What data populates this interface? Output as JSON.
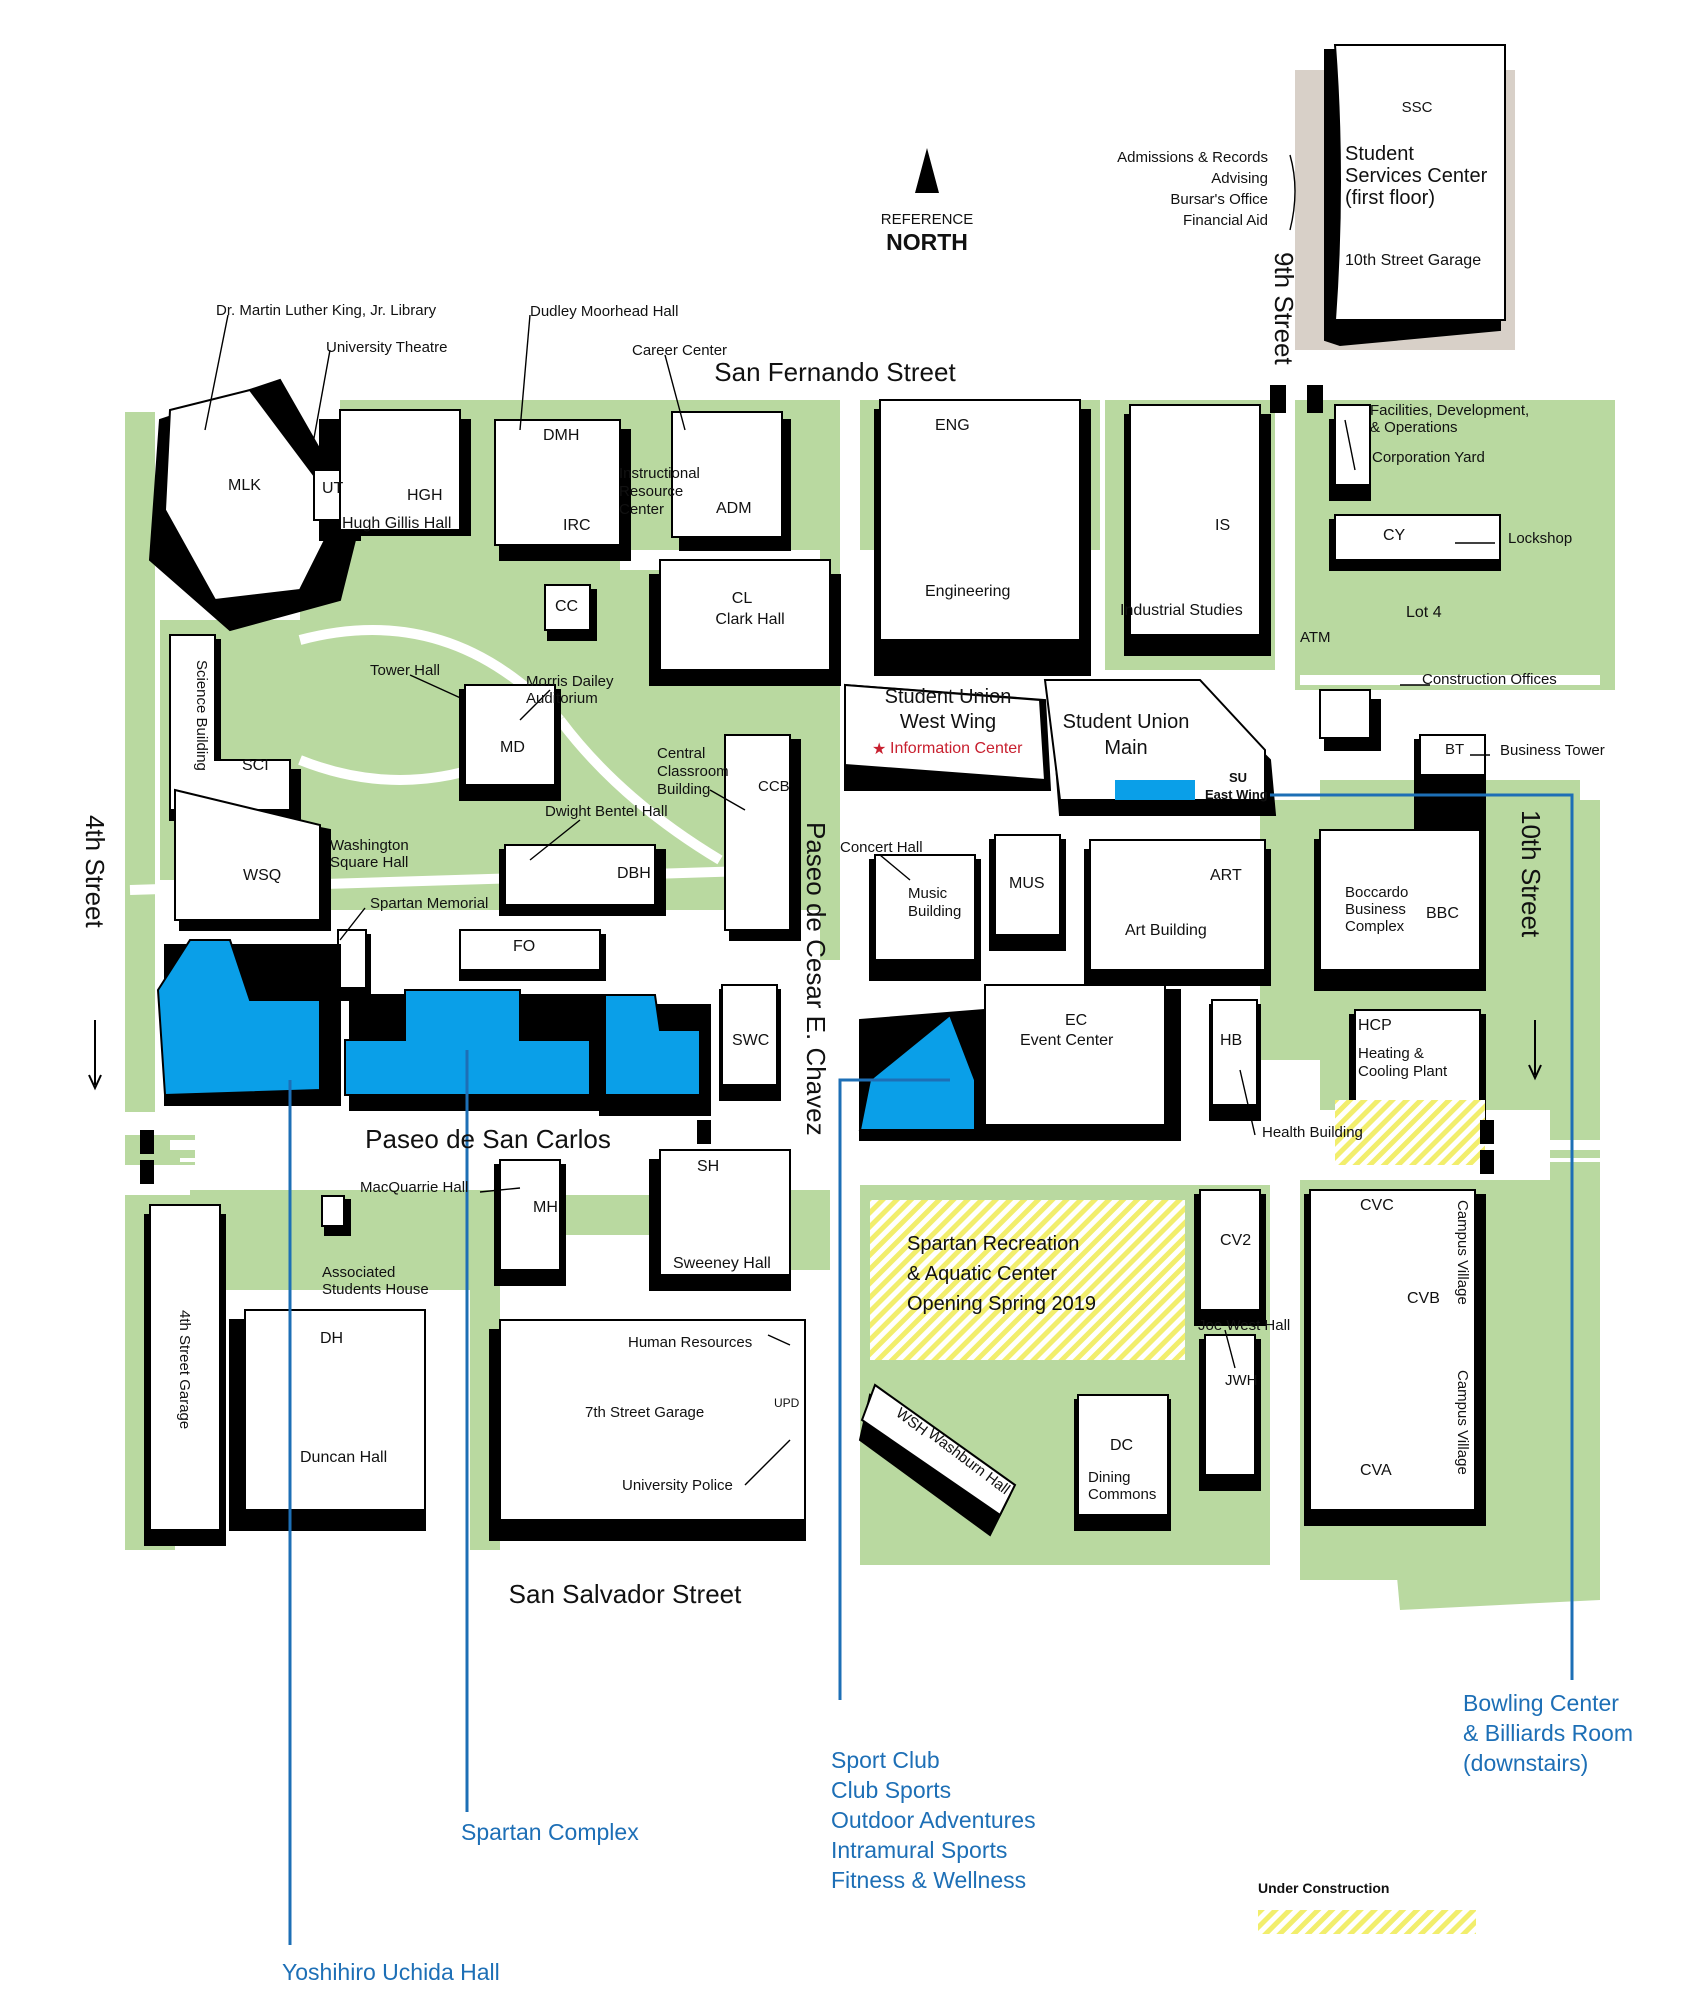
{
  "orientation": {
    "line1": "REFERENCE",
    "line2": "NORTH"
  },
  "streets": {
    "san_fernando": "San Fernando Street",
    "san_salvador": "San Salvador Street",
    "fourth": "4th Street",
    "ninth": "9th Street",
    "tenth": "10th Street",
    "paseo_chavez": "Paseo de Cesar E. Chavez",
    "paseo_san_carlos": "Paseo de San Carlos"
  },
  "ssc": {
    "code": "SSC",
    "title": [
      "Student",
      "Services Center",
      "(first floor)"
    ],
    "garage": "10th Street Garage",
    "services": [
      "Admissions & Records",
      "Advising",
      "Bursar's Office",
      "Financial Aid"
    ]
  },
  "buildings": {
    "mlk": {
      "code": "MLK",
      "name": "Dr. Martin Luther King, Jr. Library"
    },
    "ut": {
      "code": "UT",
      "name": "University Theatre"
    },
    "hgh": {
      "code": "HGH",
      "name": "Hugh Gillis Hall"
    },
    "dmh": {
      "code": "DMH",
      "name": "Dudley Moorhead Hall"
    },
    "irc": {
      "code": "IRC",
      "name": [
        "Instructional",
        "Resource",
        "Center"
      ]
    },
    "adm": {
      "code": "ADM",
      "name": "Career Center"
    },
    "cc": {
      "code": "CC"
    },
    "cl": {
      "code": "CL",
      "name": "Clark Hall"
    },
    "eng": {
      "code": "ENG",
      "name": "Engineering"
    },
    "is": {
      "code": "IS",
      "name": "Industrial Studies"
    },
    "fdo": {
      "name": [
        "Facilities, Development,",
        "& Operations"
      ],
      "yard": "Corporation Yard"
    },
    "cy": {
      "code": "CY",
      "extra": "Lockshop"
    },
    "lot4": {
      "name": "Lot 4"
    },
    "atm": {
      "name": "ATM"
    },
    "co": {
      "name": "Construction Offices"
    },
    "bt": {
      "code": "BT",
      "name": "Business Tower"
    },
    "sci": {
      "code": "SCI",
      "name": "Science Building"
    },
    "tower": {
      "name": "Tower Hall"
    },
    "md": {
      "code": "MD",
      "name": [
        "Morris Dailey",
        "Auditorium"
      ]
    },
    "ccb": {
      "code": "CCB",
      "name": [
        "Central",
        "Classroom",
        "Building"
      ]
    },
    "wsq": {
      "code": "WSQ",
      "name": [
        "Washington",
        "Square Hall"
      ]
    },
    "dbh": {
      "code": "DBH",
      "name": "Dwight Bentel Hall"
    },
    "memorial": {
      "name": "Spartan Memorial"
    },
    "fo": {
      "code": "FO"
    },
    "su_west": {
      "name": [
        "Student Union",
        "West Wing"
      ],
      "info": "Information Center"
    },
    "su_main": {
      "name": [
        "Student Union",
        "Main"
      ]
    },
    "su_east": {
      "code": "SU",
      "name": "East Wing"
    },
    "music": {
      "code": "MUS",
      "name": [
        "Music",
        "Building"
      ],
      "concert": "Concert Hall"
    },
    "art": {
      "code": "ART",
      "name": "Art Building"
    },
    "bbc": {
      "code": "BBC",
      "name": [
        "Boccardo",
        "Business",
        "Complex"
      ]
    },
    "swc": {
      "code": "SWC"
    },
    "ec": {
      "code": "EC",
      "name": "Event Center"
    },
    "hb": {
      "code": "HB",
      "name": "Health Building"
    },
    "hcp": {
      "code": "HCP",
      "name": [
        "Heating &",
        "Cooling Plant"
      ]
    },
    "sh": {
      "code": "SH",
      "name": "Sweeney Hall"
    },
    "mh": {
      "code": "MH",
      "name": "MacQuarrie Hall"
    },
    "ash": {
      "name": [
        "Associated",
        "Students House"
      ]
    },
    "src": {
      "name": [
        "Spartan Recreation",
        "& Aquatic Center",
        "Opening Spring 2019"
      ]
    },
    "cv2": {
      "code": "CV2"
    },
    "cvc": {
      "code": "CVC"
    },
    "cvb": {
      "code": "CVB"
    },
    "cva": {
      "code": "CVA"
    },
    "campus_village": {
      "name": "Campus Village"
    },
    "jwh": {
      "code": "JWH",
      "name": "Joe West Hall"
    },
    "garage4": {
      "name": "4th Street Garage"
    },
    "dh": {
      "code": "DH",
      "name": "Duncan Hall"
    },
    "garage7": {
      "name": "7th Street Garage",
      "hr": "Human Resources",
      "upd": "UPD",
      "police": "University Police"
    },
    "wsh": {
      "code": "WSH",
      "name": "Washburn Hall"
    },
    "dc": {
      "code": "DC",
      "name": [
        "Dining",
        "Commons"
      ]
    }
  },
  "callouts": {
    "uchida": "Yoshihiro Uchida Hall",
    "spartan_complex": "Spartan Complex",
    "sport_club": [
      "Sport Club",
      "Club Sports",
      "Outdoor Adventures",
      "Intramural Sports",
      "Fitness & Wellness"
    ],
    "bowling": [
      "Bowling Center",
      "& Billiards Room",
      "(downstairs)"
    ]
  },
  "legend": {
    "under_construction": "Under Construction"
  },
  "colors": {
    "grass": "#b9d9a0",
    "highlight_blue": "#0a9fe8",
    "callout_blue": "#1d6fb6",
    "construction": "#f2ee6c",
    "info_red": "#c8202f"
  }
}
